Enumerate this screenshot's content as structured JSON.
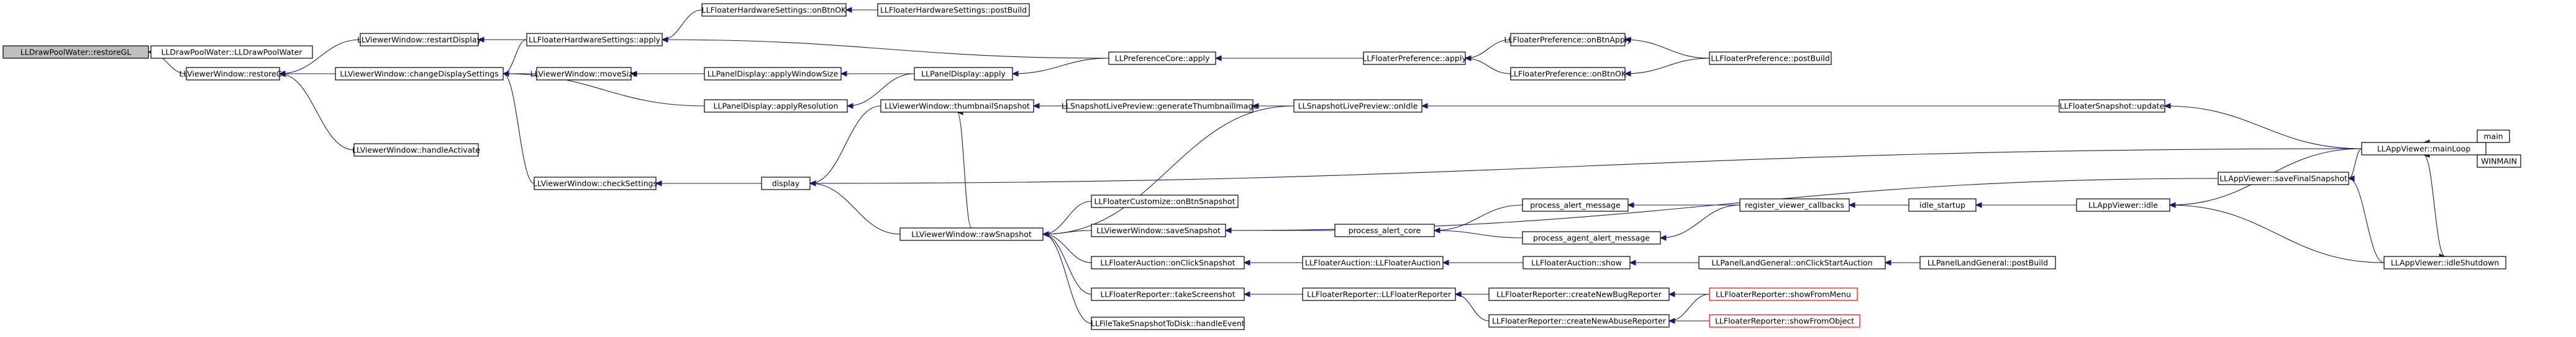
{
  "nodes": [
    {
      "id": "n0",
      "label": "LLDrawPoolWater::restoreGL",
      "kind": "root"
    },
    {
      "id": "n1",
      "label": "LLDrawPoolWater::LLDrawPoolWater"
    },
    {
      "id": "n2",
      "label": "LLViewerWindow::restoreGL"
    },
    {
      "id": "n3",
      "label": "LLViewerWindow::restartDisplay"
    },
    {
      "id": "n4",
      "label": "LLViewerWindow::changeDisplaySettings"
    },
    {
      "id": "n5",
      "label": "LLViewerWindow::handleActivate"
    },
    {
      "id": "n6",
      "label": "LLFloaterHardwareSettings::apply"
    },
    {
      "id": "n7",
      "label": "LLFloaterHardwareSettings::onBtnOK"
    },
    {
      "id": "n8",
      "label": "LLFloaterHardwareSettings::postBuild"
    },
    {
      "id": "n9",
      "label": "LLViewerWindow::moveSize"
    },
    {
      "id": "n10",
      "label": "LLPanelDisplay::applyWindowSize"
    },
    {
      "id": "n11",
      "label": "LLPanelDisplay::apply"
    },
    {
      "id": "n12",
      "label": "LLPanelDisplay::applyResolution"
    },
    {
      "id": "n13",
      "label": "LLPreferenceCore::apply"
    },
    {
      "id": "n14",
      "label": "LLFloaterPreference::apply"
    },
    {
      "id": "n15",
      "label": "LLFloaterPreference::onBtnApply"
    },
    {
      "id": "n16",
      "label": "LLFloaterPreference::onBtnOK"
    },
    {
      "id": "n17",
      "label": "LLFloaterPreference::postBuild"
    },
    {
      "id": "n18",
      "label": "LLViewerWindow::checkSettings"
    },
    {
      "id": "n19",
      "label": "display"
    },
    {
      "id": "n20",
      "label": "LLViewerWindow::thumbnailSnapshot"
    },
    {
      "id": "n21",
      "label": "LLSnapshotLivePreview::generateThumbnailImage"
    },
    {
      "id": "n22",
      "label": "LLSnapshotLivePreview::onIdle"
    },
    {
      "id": "n23",
      "label": "LLFloaterSnapshot::update"
    },
    {
      "id": "n24",
      "label": "LLAppViewer::mainLoop"
    },
    {
      "id": "n25",
      "label": "main"
    },
    {
      "id": "n26",
      "label": "WINMAIN"
    },
    {
      "id": "n27",
      "label": "LLViewerWindow::rawSnapshot"
    },
    {
      "id": "n28",
      "label": "LLFloaterCustomize::onBtnSnapshot"
    },
    {
      "id": "n29",
      "label": "LLViewerWindow::saveSnapshot"
    },
    {
      "id": "n30",
      "label": "process_alert_core"
    },
    {
      "id": "n31",
      "label": "process_alert_message"
    },
    {
      "id": "n32",
      "label": "process_agent_alert_message"
    },
    {
      "id": "n33",
      "label": "register_viewer_callbacks"
    },
    {
      "id": "n34",
      "label": "idle_startup"
    },
    {
      "id": "n35",
      "label": "LLAppViewer::idle"
    },
    {
      "id": "n36",
      "label": "LLAppViewer::saveFinalSnapshot"
    },
    {
      "id": "n37",
      "label": "LLAppViewer::idleShutdown"
    },
    {
      "id": "n38",
      "label": "LLFloaterAuction::onClickSnapshot"
    },
    {
      "id": "n39",
      "label": "LLFloaterAuction::LLFloaterAuction"
    },
    {
      "id": "n40",
      "label": "LLFloaterAuction::show"
    },
    {
      "id": "n41",
      "label": "LLPanelLandGeneral::onClickStartAuction"
    },
    {
      "id": "n42",
      "label": "LLPanelLandGeneral::postBuild"
    },
    {
      "id": "n43",
      "label": "LLFloaterReporter::takeScreenshot"
    },
    {
      "id": "n44",
      "label": "LLFloaterReporter::LLFloaterReporter"
    },
    {
      "id": "n45",
      "label": "LLFloaterReporter::createNewBugReporter"
    },
    {
      "id": "n46",
      "label": "LLFloaterReporter::showFromMenu",
      "kind": "red"
    },
    {
      "id": "n47",
      "label": "LLFloaterReporter::createNewAbuseReporter"
    },
    {
      "id": "n48",
      "label": "LLFloaterReporter::showFromObject",
      "kind": "red"
    },
    {
      "id": "n49",
      "label": "LLFileTakeSnapshotToDisk::handleEvent"
    }
  ],
  "edges": [
    [
      "n1",
      "n0"
    ],
    [
      "n2",
      "n0"
    ],
    [
      "n3",
      "n2"
    ],
    [
      "n4",
      "n2"
    ],
    [
      "n5",
      "n2"
    ],
    [
      "n6",
      "n3"
    ],
    [
      "n7",
      "n6"
    ],
    [
      "n8",
      "n7"
    ],
    [
      "n6",
      "n4"
    ],
    [
      "n9",
      "n4"
    ],
    [
      "n12",
      "n4"
    ],
    [
      "n18",
      "n4"
    ],
    [
      "n10",
      "n9"
    ],
    [
      "n11",
      "n10"
    ],
    [
      "n11",
      "n12"
    ],
    [
      "n13",
      "n11"
    ],
    [
      "n13",
      "n6"
    ],
    [
      "n14",
      "n13"
    ],
    [
      "n15",
      "n14"
    ],
    [
      "n16",
      "n14"
    ],
    [
      "n17",
      "n15"
    ],
    [
      "n17",
      "n16"
    ],
    [
      "n19",
      "n18"
    ],
    [
      "n20",
      "n19"
    ],
    [
      "n27",
      "n19"
    ],
    [
      "n24",
      "n19"
    ],
    [
      "n21",
      "n20"
    ],
    [
      "n22",
      "n21"
    ],
    [
      "n23",
      "n22"
    ],
    [
      "n24",
      "n23"
    ],
    [
      "n25",
      "n24"
    ],
    [
      "n26",
      "n24"
    ],
    [
      "n27",
      "n20"
    ],
    [
      "n28",
      "n27"
    ],
    [
      "n29",
      "n27"
    ],
    [
      "n38",
      "n27"
    ],
    [
      "n43",
      "n27"
    ],
    [
      "n49",
      "n27"
    ],
    [
      "n22",
      "n27"
    ],
    [
      "n30",
      "n29"
    ],
    [
      "n36",
      "n29"
    ],
    [
      "n31",
      "n30"
    ],
    [
      "n32",
      "n30"
    ],
    [
      "n33",
      "n31"
    ],
    [
      "n33",
      "n32"
    ],
    [
      "n34",
      "n33"
    ],
    [
      "n35",
      "n34"
    ],
    [
      "n24",
      "n35"
    ],
    [
      "n37",
      "n35"
    ],
    [
      "n24",
      "n36"
    ],
    [
      "n37",
      "n36"
    ],
    [
      "n24",
      "n37"
    ],
    [
      "n39",
      "n38"
    ],
    [
      "n40",
      "n39"
    ],
    [
      "n41",
      "n40"
    ],
    [
      "n42",
      "n41"
    ],
    [
      "n44",
      "n43"
    ],
    [
      "n45",
      "n44"
    ],
    [
      "n47",
      "n44"
    ],
    [
      "n46",
      "n45"
    ],
    [
      "n48",
      "n47"
    ],
    [
      "n46",
      "n47"
    ]
  ],
  "colors": {
    "edge": "#191970",
    "root_fill": "#bfbfbf",
    "red_border": "#ff0000",
    "border": "#000000"
  }
}
